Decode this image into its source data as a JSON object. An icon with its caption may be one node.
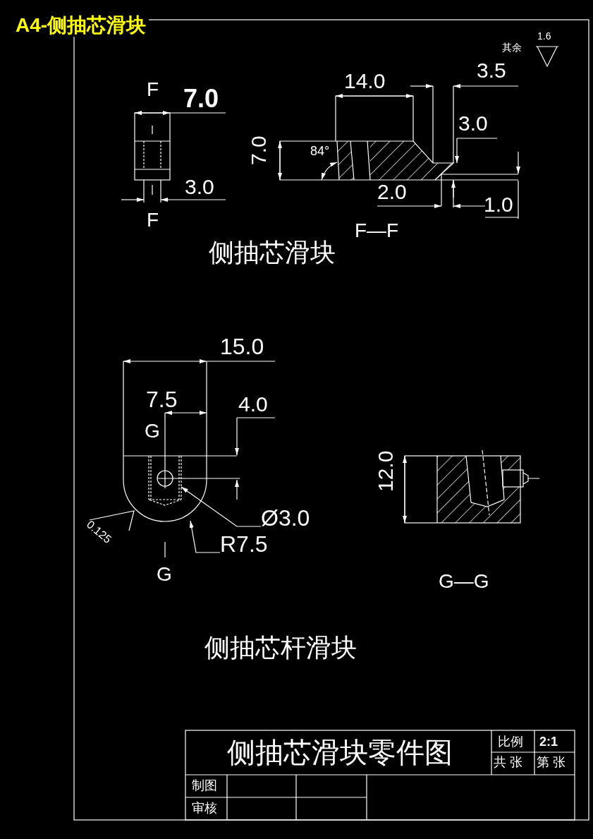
{
  "diagram": {
    "title": "A4-侧抽芯滑块",
    "nodes": [
      {
        "text": [
          "Ø3.0"
        ]
      },
      {
        "text": [
          "R7.5"
        ]
      }
    ],
    "edges": [
      {
        "from": 0,
        "to": null,
        "arrow": "to"
      },
      {
        "from": 1,
        "to": null,
        "arrow": "to"
      }
    ],
    "labels": [
      "其余",
      "1.6",
      "F",
      "7.0",
      "14.0",
      "3.5",
      "3.0",
      "7.0",
      "84°",
      "3.0",
      "2.0",
      "1.0",
      "F",
      "F—F",
      "侧抽芯滑块",
      "15.0",
      "7.5",
      "4.0",
      "G",
      "12.0",
      "0.125",
      "G",
      "G—G",
      "侧抽芯杆滑块",
      "侧抽芯滑块零件图",
      "比例",
      "2:1",
      "共 张",
      "第 张",
      "制图",
      "审核"
    ]
  }
}
